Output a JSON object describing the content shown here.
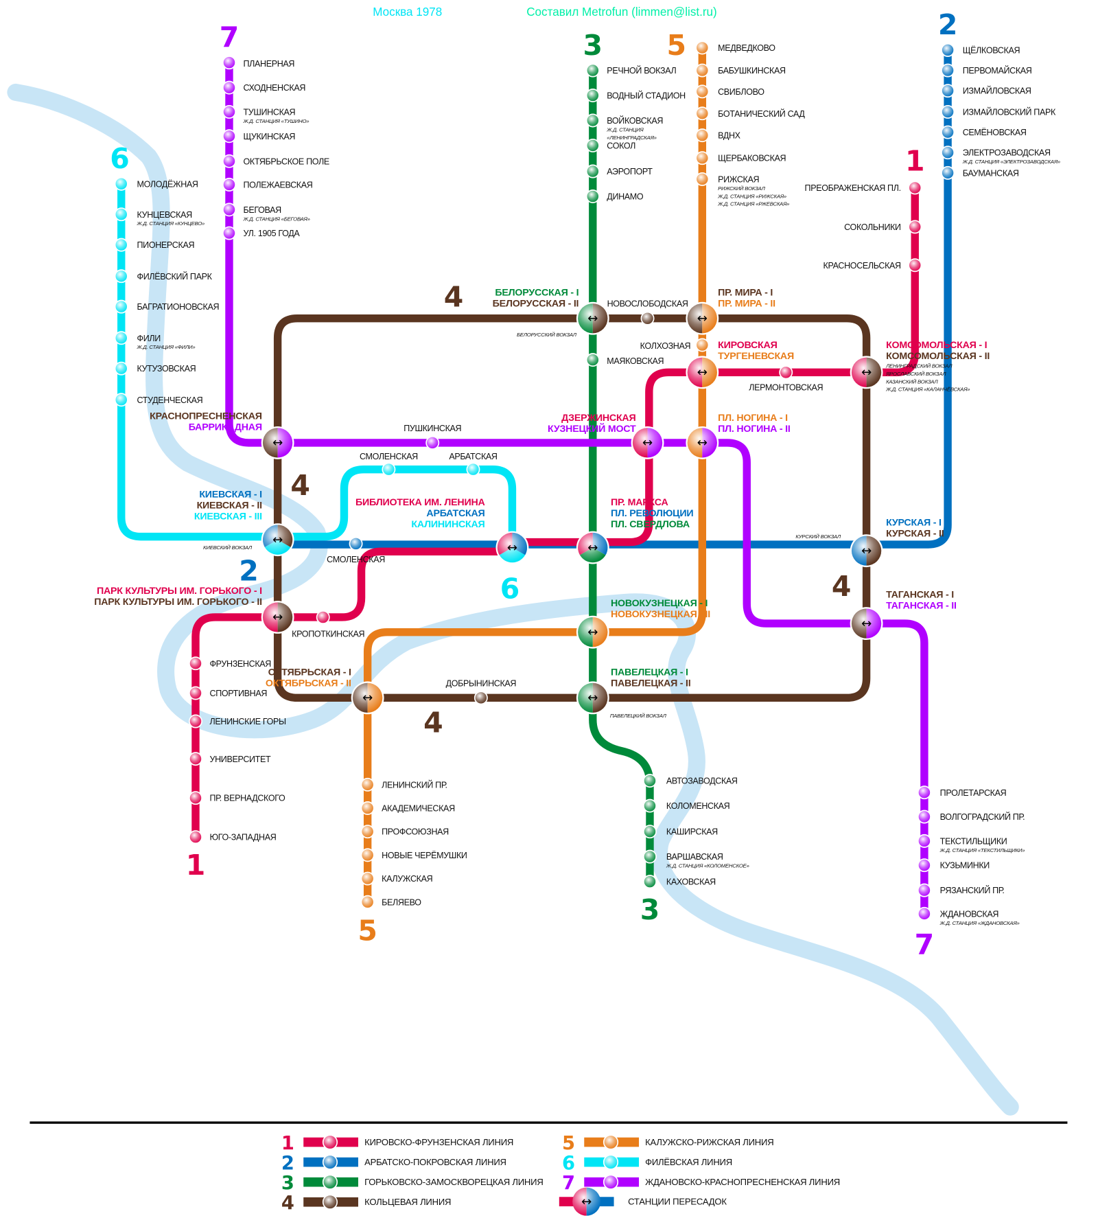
{
  "header": {
    "title": "Москва 1978",
    "credit": "Составил Metrofun (limmen@list.ru)",
    "title_color": "#00e5f5",
    "credit_color": "#00f0a8"
  },
  "river_color": "#c8e5f6",
  "lines": [
    {
      "number": "1",
      "name": "КИРОВСКО-ФРУНЗЕНСКАЯ ЛИНИЯ",
      "color": "#e0004d",
      "stations": [
        {
          "name": "ПРЕОБРАЖЕНСКАЯ ПЛ."
        },
        {
          "name": "СОКОЛЬНИКИ"
        },
        {
          "name": "КРАСНОСЕЛЬСКАЯ"
        },
        {
          "name": "ЛЕРМОНТОВСКАЯ"
        },
        {
          "name": "КРОПОТКИНСКАЯ"
        },
        {
          "name": "ФРУНЗЕНСКАЯ"
        },
        {
          "name": "СПОРТИВНАЯ"
        },
        {
          "name": "ЛЕНИНСКИЕ ГОРЫ"
        },
        {
          "name": "УНИВЕРСИТЕТ"
        },
        {
          "name": "ПР. ВЕРНАДСКОГО"
        },
        {
          "name": "ЮГО-ЗАПАДНАЯ"
        }
      ]
    },
    {
      "number": "2",
      "name": "АРБАТСКО-ПОКРОВСКАЯ ЛИНИЯ",
      "color": "#0070c0",
      "stations": [
        {
          "name": "ЩЁЛКОВСКАЯ"
        },
        {
          "name": "ПЕРВОМАЙСКАЯ"
        },
        {
          "name": "ИЗМАЙЛОВСКАЯ"
        },
        {
          "name": "ИЗМАЙЛОВСКИЙ ПАРК"
        },
        {
          "name": "СЕМЁНОВСКАЯ"
        },
        {
          "name": "ЭЛЕКТРОЗАВОДСКАЯ",
          "notes": [
            "Ж.Д. СТАНЦИЯ «ЭЛЕКТРОЗАВОДСКАЯ»"
          ]
        },
        {
          "name": "БАУМАНСКАЯ"
        },
        {
          "name": "СМОЛЕНСКАЯ"
        }
      ]
    },
    {
      "number": "3",
      "name": "ГОРЬКОВСКО-ЗАМОСКВОРЕЦКАЯ ЛИНИЯ",
      "color": "#008a3a",
      "stations": [
        {
          "name": "РЕЧНОЙ ВОКЗАЛ"
        },
        {
          "name": "ВОДНЫЙ СТАДИОН"
        },
        {
          "name": "ВОЙКОВСКАЯ",
          "notes": [
            "Ж.Д. СТАНЦИЯ",
            "«ЛЕНИНГРАДСКАЯ»"
          ]
        },
        {
          "name": "СОКОЛ"
        },
        {
          "name": "АЭРОПОРТ"
        },
        {
          "name": "ДИНАМО"
        },
        {
          "name": "МАЯКОВСКАЯ"
        },
        {
          "name": "АВТОЗАВОДСКАЯ"
        },
        {
          "name": "КОЛОМЕНСКАЯ"
        },
        {
          "name": "КАШИРСКАЯ"
        },
        {
          "name": "ВАРШАВСКАЯ",
          "notes": [
            "Ж.Д. СТАНЦИЯ «КОЛОМЕНСКОЕ»"
          ]
        },
        {
          "name": "КАХОВСКАЯ"
        }
      ]
    },
    {
      "number": "4",
      "name": "КОЛЬЦЕВАЯ ЛИНИЯ",
      "color": "#5a3520",
      "stations": [
        {
          "name": "НОВОСЛОБОДСКАЯ"
        },
        {
          "name": "ДОБРЫНИНСКАЯ"
        }
      ]
    },
    {
      "number": "5",
      "name": "КАЛУЖСКО-РИЖСКАЯ ЛИНИЯ",
      "color": "#e87d1a",
      "stations": [
        {
          "name": "МЕДВЕДКОВО"
        },
        {
          "name": "БАБУШКИНСКАЯ"
        },
        {
          "name": "СВИБЛОВО"
        },
        {
          "name": "БОТАНИЧЕСКИЙ САД"
        },
        {
          "name": "ВДНХ"
        },
        {
          "name": "ЩЕРБАКОВСКАЯ"
        },
        {
          "name": "РИЖСКАЯ",
          "notes": [
            "РИЖСКИЙ ВОКЗАЛ",
            "Ж.Д. СТАНЦИЯ «РИЖСКАЯ»",
            "Ж.Д. СТАНЦИЯ «РЖЕВСКАЯ»"
          ]
        },
        {
          "name": "КОЛХОЗНАЯ"
        },
        {
          "name": "ЛЕНИНСКИЙ ПР."
        },
        {
          "name": "АКАДЕМИЧЕСКАЯ"
        },
        {
          "name": "ПРОФСОЮЗНАЯ"
        },
        {
          "name": "НОВЫЕ ЧЕРЁМУШКИ"
        },
        {
          "name": "КАЛУЖСКАЯ"
        },
        {
          "name": "БЕЛЯЕВО"
        }
      ]
    },
    {
      "number": "6",
      "name": "ФИЛЁВСКАЯ ЛИНИЯ",
      "color": "#00e5f5",
      "stations": [
        {
          "name": "МОЛОДЁЖНАЯ"
        },
        {
          "name": "КУНЦЕВСКАЯ",
          "notes": [
            "Ж.Д. СТАНЦИЯ «КУНЦЕВО»"
          ]
        },
        {
          "name": "ПИОНЕРСКАЯ"
        },
        {
          "name": "ФИЛЁВСКИЙ ПАРК"
        },
        {
          "name": "БАГРАТИОНОВСКАЯ"
        },
        {
          "name": "ФИЛИ",
          "notes": [
            "Ж.Д. СТАНЦИЯ «ФИЛИ»"
          ]
        },
        {
          "name": "КУТУЗОВСКАЯ"
        },
        {
          "name": "СТУДЕНЧЕСКАЯ"
        },
        {
          "name": "СМОЛЕНСКАЯ"
        },
        {
          "name": "АРБАТСКАЯ"
        }
      ]
    },
    {
      "number": "7",
      "name": "ЖДАНОВСКО-КРАСНОПРЕСНЕНСКАЯ ЛИНИЯ",
      "color": "#b000ff",
      "stations": [
        {
          "name": "ПЛАНЕРНАЯ"
        },
        {
          "name": "СХОДНЕНСКАЯ"
        },
        {
          "name": "ТУШИНСКАЯ",
          "notes": [
            "Ж.Д. СТАНЦИЯ «ТУШИНО»"
          ]
        },
        {
          "name": "ЩУКИНСКАЯ"
        },
        {
          "name": "ОКТЯБРЬСКОЕ ПОЛЕ"
        },
        {
          "name": "ПОЛЕЖАЕВСКАЯ"
        },
        {
          "name": "БЕГОВАЯ",
          "notes": [
            "Ж.Д. СТАНЦИЯ «БЕГОВАЯ»"
          ]
        },
        {
          "name": "УЛ. 1905 ГОДА"
        },
        {
          "name": "ПУШКИНСКАЯ"
        },
        {
          "name": "ПРОЛЕТАРСКАЯ"
        },
        {
          "name": "ВОЛГОГРАДСКИЙ ПР."
        },
        {
          "name": "ТЕКСТИЛЬЩИКИ",
          "notes": [
            "Ж.Д. СТАНЦИЯ «ТЕКСТИЛЬЩИКИ»"
          ]
        },
        {
          "name": "КУЗЬМИНКИ"
        },
        {
          "name": "РЯЗАНСКИЙ ПР."
        },
        {
          "name": "ЖДАНОВСКАЯ",
          "notes": [
            "Ж.Д. СТАНЦИЯ «ЖДАНОВСКАЯ»"
          ]
        }
      ]
    }
  ],
  "transfers": [
    {
      "lines": [
        "3",
        "4"
      ],
      "labels": [
        {
          "text": "БЕЛОРУССКАЯ - I",
          "line": "3"
        },
        {
          "text": "БЕЛОРУССКАЯ - II",
          "line": "4"
        }
      ],
      "notes": [
        "БЕЛОРУССКИЙ ВОКЗАЛ"
      ]
    },
    {
      "lines": [
        "4",
        "5"
      ],
      "labels": [
        {
          "text": "ПР. МИРА - I",
          "line": "4"
        },
        {
          "text": "ПР. МИРА - II",
          "line": "5"
        }
      ]
    },
    {
      "lines": [
        "1",
        "5"
      ],
      "labels": [
        {
          "text": "КИРОВСКАЯ",
          "line": "1"
        },
        {
          "text": "ТУРГЕНЕВСКАЯ",
          "line": "5"
        }
      ]
    },
    {
      "lines": [
        "1",
        "4"
      ],
      "labels": [
        {
          "text": "КОМСОМОЛЬСКАЯ - I",
          "line": "1"
        },
        {
          "text": "КОМСОМОЛЬСКАЯ - II",
          "line": "4"
        }
      ],
      "notes": [
        "ЛЕНИНГРАДСКИЙ ВОКЗАЛ",
        "ЯРОСЛАВСКИЙ ВОКЗАЛ",
        "КАЗАНСКИЙ ВОКЗАЛ",
        "Ж.Д. СТАНЦИЯ «КАЛАНЧЁВСКАЯ»"
      ]
    },
    {
      "lines": [
        "4",
        "7"
      ],
      "labels": [
        {
          "text": "КРАСНОПРЕСНЕНСКАЯ",
          "line": "4"
        },
        {
          "text": "БАРРИКАДНАЯ",
          "line": "7"
        }
      ]
    },
    {
      "lines": [
        "1",
        "7"
      ],
      "labels": [
        {
          "text": "ДЗЕРЖИНСКАЯ",
          "line": "1"
        },
        {
          "text": "КУЗНЕЦКИЙ МОСТ",
          "line": "7"
        }
      ]
    },
    {
      "lines": [
        "5",
        "7"
      ],
      "labels": [
        {
          "text": "ПЛ. НОГИНА - I",
          "line": "5"
        },
        {
          "text": "ПЛ. НОГИНА - II",
          "line": "7"
        }
      ]
    },
    {
      "lines": [
        "2",
        "4",
        "6"
      ],
      "labels": [
        {
          "text": "КИЕВСКАЯ - I",
          "line": "2"
        },
        {
          "text": "КИЕВСКАЯ - II",
          "line": "4"
        },
        {
          "text": "КИЕВСКАЯ - III",
          "line": "6"
        }
      ],
      "notes": [
        "КИЕВСКИЙ ВОКЗАЛ"
      ]
    },
    {
      "lines": [
        "1",
        "2",
        "6"
      ],
      "labels": [
        {
          "text": "БИБЛИОТЕКА ИМ. ЛЕНИНА",
          "line": "1"
        },
        {
          "text": "АРБАТСКАЯ",
          "line": "2"
        },
        {
          "text": "КАЛИНИНСКАЯ",
          "line": "6"
        }
      ]
    },
    {
      "lines": [
        "1",
        "2",
        "3"
      ],
      "labels": [
        {
          "text": "ПР. МАРКСА",
          "line": "1"
        },
        {
          "text": "ПЛ. РЕВОЛЮЦИИ",
          "line": "2"
        },
        {
          "text": "ПЛ. СВЕРДЛОВА",
          "line": "3"
        }
      ]
    },
    {
      "lines": [
        "2",
        "4"
      ],
      "labels": [
        {
          "text": "КУРСКАЯ - I",
          "line": "2"
        },
        {
          "text": "КУРСКАЯ - II",
          "line": "4"
        }
      ],
      "notes": [
        "КУРСКИЙ ВОКЗАЛ"
      ]
    },
    {
      "lines": [
        "4",
        "7"
      ],
      "labels": [
        {
          "text": "ТАГАНСКАЯ - I",
          "line": "4"
        },
        {
          "text": "ТАГАНСКАЯ - II",
          "line": "7"
        }
      ]
    },
    {
      "lines": [
        "1",
        "4"
      ],
      "labels": [
        {
          "text": "ПАРК КУЛЬТУРЫ ИМ. ГОРЬКОГО - I",
          "line": "1"
        },
        {
          "text": "ПАРК КУЛЬТУРЫ ИМ. ГОРЬКОГО - II",
          "line": "4"
        }
      ]
    },
    {
      "lines": [
        "3",
        "5"
      ],
      "labels": [
        {
          "text": "НОВОКУЗНЕЦКАЯ - I",
          "line": "3"
        },
        {
          "text": "НОВОКУЗНЕЦКАЯ - II",
          "line": "5"
        }
      ]
    },
    {
      "lines": [
        "4",
        "5"
      ],
      "labels": [
        {
          "text": "ОКТЯБРЬСКАЯ - I",
          "line": "4"
        },
        {
          "text": "ОКТЯБРЬСКАЯ - II",
          "line": "5"
        }
      ]
    },
    {
      "lines": [
        "3",
        "4"
      ],
      "labels": [
        {
          "text": "ПАВЕЛЕЦКАЯ - I",
          "line": "3"
        },
        {
          "text": "ПАВЕЛЕЦКАЯ - II",
          "line": "4"
        }
      ],
      "notes": [
        "ПАВЕЛЕЦКИЙ ВОКЗАЛ"
      ]
    }
  ],
  "map_numbers": [
    "7",
    "6",
    "3",
    "5",
    "2",
    "1",
    "4",
    "4",
    "2",
    "6",
    "4",
    "4",
    "1",
    "5",
    "3",
    "7"
  ],
  "legend": {
    "transfer_label": "СТАНЦИИ ПЕРЕСАДОК",
    "transfer_arrow": "↔"
  }
}
